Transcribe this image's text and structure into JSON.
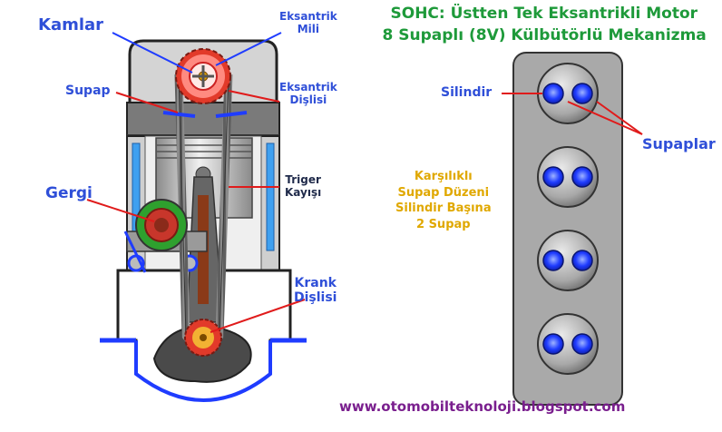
{
  "title": {
    "line1": "SOHC: Üstten Tek Eksantrikli Motor",
    "line2": "8 Supaplı (8V) Külbütörlü Mekanizma"
  },
  "labels": {
    "kamlar": "Kamlar",
    "eksantrik_mili_1": "Eksantrik",
    "eksantrik_mili_2": "Mili",
    "supap": "Supap",
    "eksantrik_disli_1": "Eksantrik",
    "eksantrik_disli_2": "Dişlisi",
    "gergi": "Gergi",
    "triger_1": "Triger",
    "triger_2": "Kayışı",
    "krank_1": "Krank",
    "krank_2": "Dişlisi",
    "silindir": "Silindir",
    "supaplar": "Supaplar"
  },
  "note": {
    "line1": "Karşılıklı",
    "line2": "Supap Düzeni",
    "line3": "Silindir Başına",
    "line4": "2 Supap"
  },
  "website": "www.otomobilteknoloji.blogspot.com",
  "cylinder_count": 4,
  "valves_per_cylinder": 2,
  "colors": {
    "title_green": "#1e9a3a",
    "label_blue": "#2f4fd8",
    "note_yellow": "#e0a800",
    "website_purple": "#7a1f8e",
    "pointer_red": "#e01b1b",
    "valve_blue": "#1f3cff",
    "coolant_blue": "#3fa0f0"
  }
}
